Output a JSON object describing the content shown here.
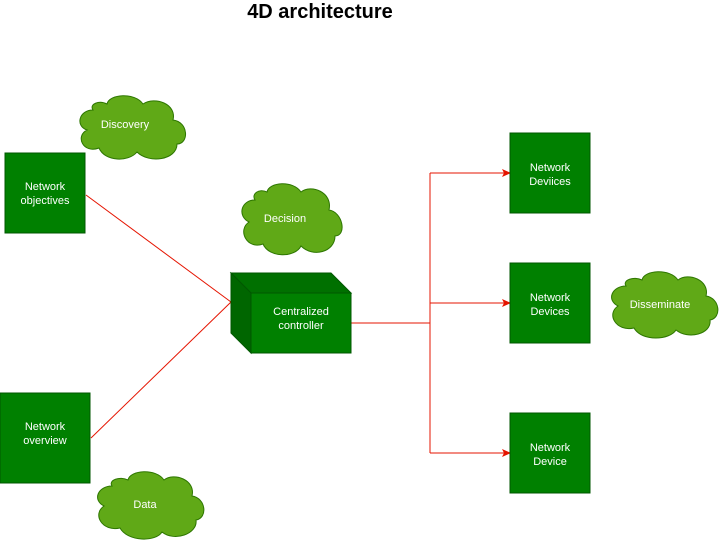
{
  "title": "4D  architecture",
  "colors": {
    "box_fill": "#008000",
    "box_stroke": "#005700",
    "cloud_fill": "#60a917",
    "cloud_stroke": "#2d7600",
    "edge": "#e51400",
    "text": "#ffffff"
  },
  "nodes": {
    "network_objectives": [
      "Network",
      "objectives"
    ],
    "network_overview": [
      "Network",
      "overview"
    ],
    "controller": [
      "Centralized",
      "controller"
    ],
    "device_1": [
      "Network",
      "Deviices"
    ],
    "device_2": [
      "Network",
      "Devices"
    ],
    "device_3": [
      "Network",
      "Device"
    ]
  },
  "clouds": {
    "discovery": "Discovery",
    "decision": "Decision",
    "disseminate": "Disseminate",
    "data": "Data"
  }
}
